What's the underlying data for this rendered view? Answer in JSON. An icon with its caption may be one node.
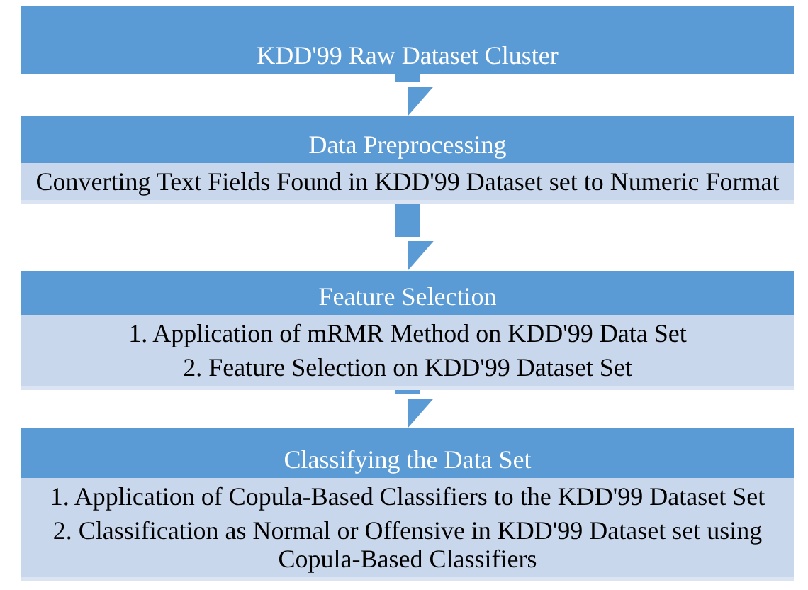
{
  "diagram": {
    "nodes": [
      {
        "text": [
          "KDD'99 Raw Dataset Cluster"
        ]
      },
      {
        "text": [
          "Data Preprocessing",
          "Converting Text Fields Found in KDD'99 Dataset set to Numeric Format"
        ]
      },
      {
        "text": [
          "Feature Selection",
          "1. Application of mRMR Method on KDD'99 Data Set",
          "2. Feature Selection on KDD'99 Dataset Set"
        ]
      },
      {
        "text": [
          "Classifying the Data Set",
          "1. Application of Copula-Based Classifiers to the KDD'99 Dataset Set",
          "2. Classification as Normal or Offensive in KDD'99 Dataset set using Copula-Based Classifiers"
        ]
      }
    ],
    "edges": [
      {
        "from": 0,
        "to": 1,
        "arrow": "to"
      },
      {
        "from": 1,
        "to": 2,
        "arrow": "to"
      },
      {
        "from": 2,
        "to": 3,
        "arrow": "to"
      }
    ]
  }
}
